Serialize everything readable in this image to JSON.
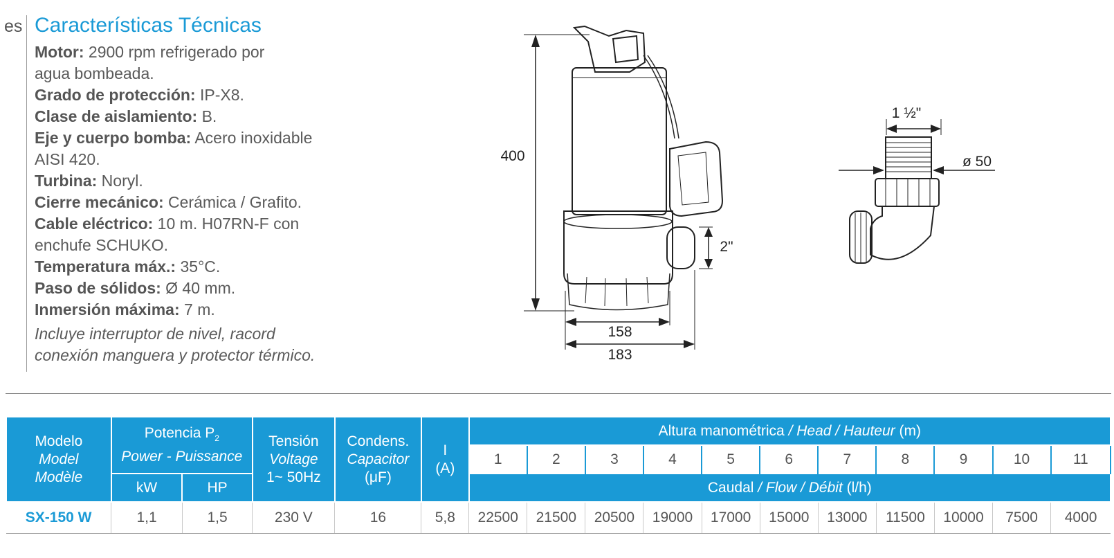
{
  "lang": "es",
  "title": "Características Técnicas",
  "specs": [
    {
      "label": "Motor:",
      "value": " 2900 rpm refrigerado por",
      "cont": "agua bombeada."
    },
    {
      "label": "Grado de protección:",
      "value": " IP-X8."
    },
    {
      "label": "Clase de aislamiento:",
      "value": " B."
    },
    {
      "label": "Eje y cuerpo bomba:",
      "value": " Acero inoxidable",
      "cont": "AISI 420."
    },
    {
      "label": "Turbina:",
      "value": " Noryl."
    },
    {
      "label": "Cierre mecánico:",
      "value": " Cerámica / Grafito."
    },
    {
      "label": "Cable eléctrico:",
      "value": " 10 m. H07RN-F con",
      "cont": "enchufe SCHUKO."
    },
    {
      "label": "Temperatura máx.:",
      "value": " 35°C."
    },
    {
      "label": "Paso de sólidos:",
      "value": " Ø 40 mm."
    },
    {
      "label": "Inmersión máxima:",
      "value": " 7 m."
    }
  ],
  "note": [
    "Incluye interruptor de nivel, racord",
    "conexión manguera y protector térmico."
  ],
  "drawing": {
    "height": "400",
    "outlet": "2\"",
    "width_inner": "158",
    "width_outer": "183",
    "fitting_thread": "1 ½\"",
    "fitting_diameter": "ø 50"
  },
  "table": {
    "model_header": [
      "Modelo",
      "Model",
      "Modèle"
    ],
    "power_header": [
      "Potencia P",
      "2",
      "Power - Puissance"
    ],
    "kw": "kW",
    "hp": "HP",
    "voltage_header": [
      "Tensión",
      "Voltage",
      "1~ 50Hz"
    ],
    "capacitor_header": [
      "Condens.",
      "Capacitor",
      "(μF)"
    ],
    "current_header": [
      "I",
      "(A)"
    ],
    "head_header": [
      "Altura manométrica ",
      "/ Head / Hauteur",
      " (m)"
    ],
    "flow_header": [
      "Caudal ",
      "/ Flow / Débit",
      " (l/h)"
    ],
    "heads": [
      "1",
      "2",
      "3",
      "4",
      "5",
      "6",
      "7",
      "8",
      "9",
      "10",
      "11"
    ],
    "row": {
      "model": "SX-150 W",
      "kw": "1,1",
      "hp": "1,5",
      "voltage": "230 V",
      "capacitor": "16",
      "current": "5,8",
      "flows": [
        "22500",
        "21500",
        "20500",
        "19000",
        "17000",
        "15000",
        "13000",
        "11500",
        "10000",
        "7500",
        "4000"
      ]
    }
  }
}
